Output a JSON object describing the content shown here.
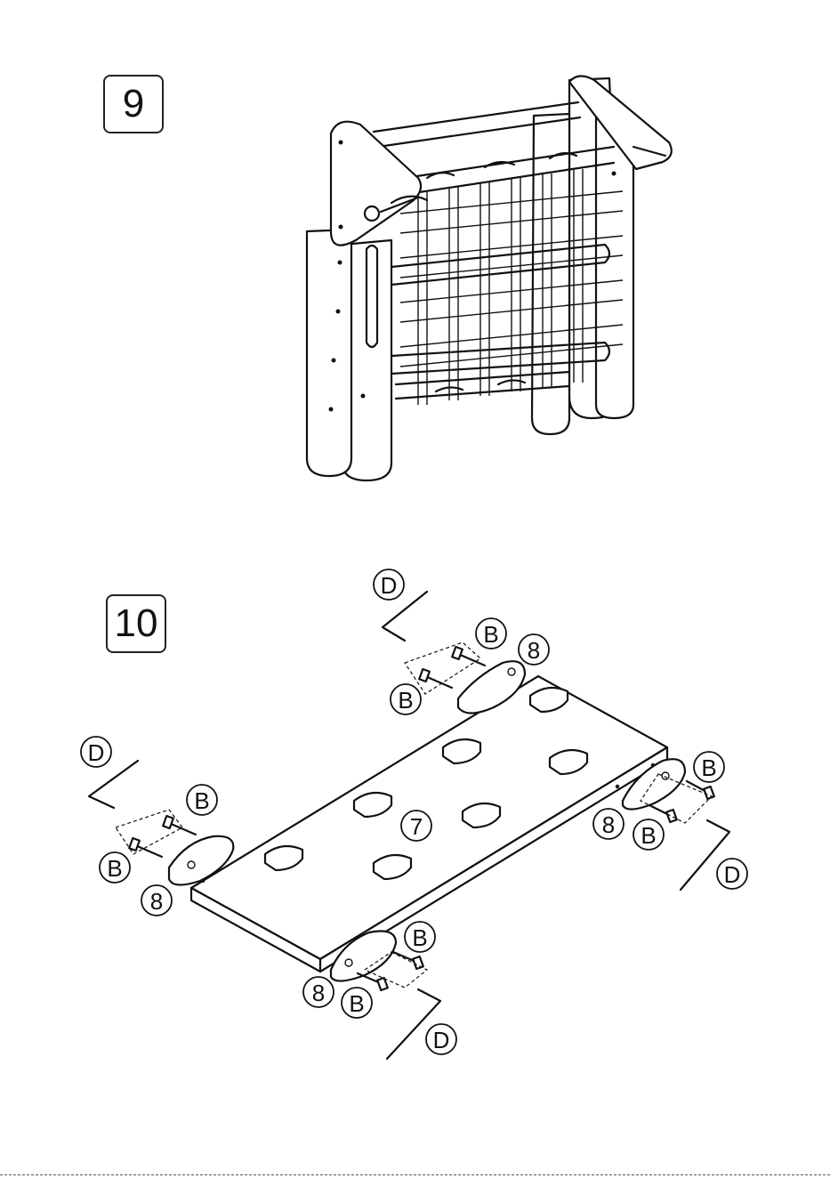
{
  "steps": [
    {
      "number": "9"
    },
    {
      "number": "10"
    }
  ],
  "callouts": {
    "part_board": "7",
    "part_hold": "8",
    "screw": "B",
    "hex_key": "D"
  }
}
